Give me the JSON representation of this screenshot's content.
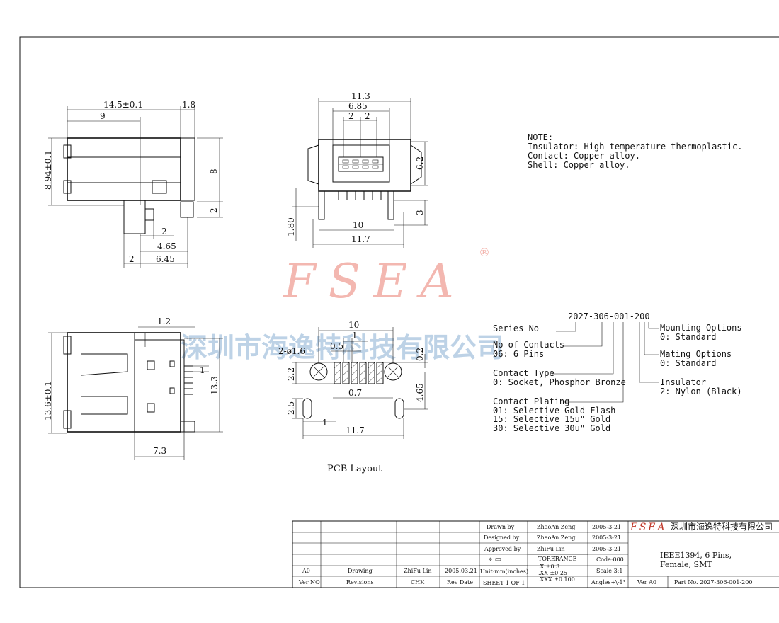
{
  "watermark": {
    "brand": "FSEA",
    "registered": "®",
    "company_cn": "深圳市海逸特科技有限公司",
    "color_brand": "#f3b7b0",
    "color_company": "#a8c4de"
  },
  "side_view": {
    "dims": [
      "14.5±0.1",
      "1.8",
      "9",
      "8.94±0.1",
      "8",
      "2",
      "2",
      "4.65",
      "2",
      "6.45"
    ]
  },
  "front_view": {
    "dims": [
      "11.3",
      "6.85",
      "2",
      "2",
      "6.2",
      "3",
      "1.80",
      "10",
      "11.7"
    ]
  },
  "top_view": {
    "dims": [
      "1.2",
      "13.6±0.1",
      "1",
      "13.3",
      "7.3"
    ]
  },
  "pcb_layout": {
    "title": "PCB Layout",
    "dims": [
      "10",
      "1",
      "0.5",
      "2-ø1.6",
      "0.2",
      "2.2",
      "0.7",
      "4.65",
      "2.5",
      "1",
      "11.7"
    ]
  },
  "note": {
    "lines": [
      "NOTE:",
      "Insulator: High temperature thermoplastic.",
      "Contact: Copper alloy.",
      "Shell: Copper alloy."
    ]
  },
  "part_number": {
    "code": "2027-306-001-200",
    "left": [
      {
        "title": "Series No",
        "items": []
      },
      {
        "title": "No of Contacts",
        "items": [
          "06: 6 Pins"
        ]
      },
      {
        "title": "Contact Type",
        "items": [
          "0: Socket, Phosphor Bronze"
        ]
      },
      {
        "title": "Contact Plating",
        "items": [
          "01: Selective Gold Flash",
          "15: Selective 15u\" Gold",
          "30: Selective 30u\" Gold"
        ]
      }
    ],
    "right": [
      {
        "title": "Mounting Options",
        "items": [
          "0: Standard"
        ]
      },
      {
        "title": "Mating Options",
        "items": [
          "0: Standard"
        ]
      },
      {
        "title": "Insulator",
        "items": [
          "2: Nylon (Black)"
        ]
      }
    ]
  },
  "title_block": {
    "rows": [
      {
        "label": "Drawn  by",
        "name": "ZhaoAn Zeng",
        "date": "2005-3-21"
      },
      {
        "label": "Designed  by",
        "name": "ZhaoAn Zeng",
        "date": "2005-3-21"
      },
      {
        "label": "Approved by",
        "name": "ZhiFu Lin",
        "date": "2005-3-21"
      }
    ],
    "tolerance": {
      "title": "TORERANCE",
      "lines": [
        ".X       ±0.3",
        ".XX      ±0.25",
        ".XXX    ±0.100"
      ]
    },
    "code": "Code:000",
    "scale": "Scale 3:1",
    "angles": "Angles+\\-1°",
    "units": "Unit:mm(inches)",
    "sheet": "SHEET 1 OF 1",
    "revision_row": {
      "ver": "A0",
      "rev": "Drawing",
      "chk": "ZhiFu Lin",
      "date": "2005.03.21"
    },
    "headers": {
      "ver": "Ver NO",
      "rev": "Revisions",
      "chk": "CHK",
      "date": "Rev Date"
    },
    "logo_brand": "FSEA",
    "company": "深圳市海逸特科技有限公司",
    "description": [
      "IEEE1394, 6 Pins,",
      "Female, SMT"
    ],
    "version": "Ver A0",
    "part_no": "Part No. 2027-306-001-200"
  }
}
